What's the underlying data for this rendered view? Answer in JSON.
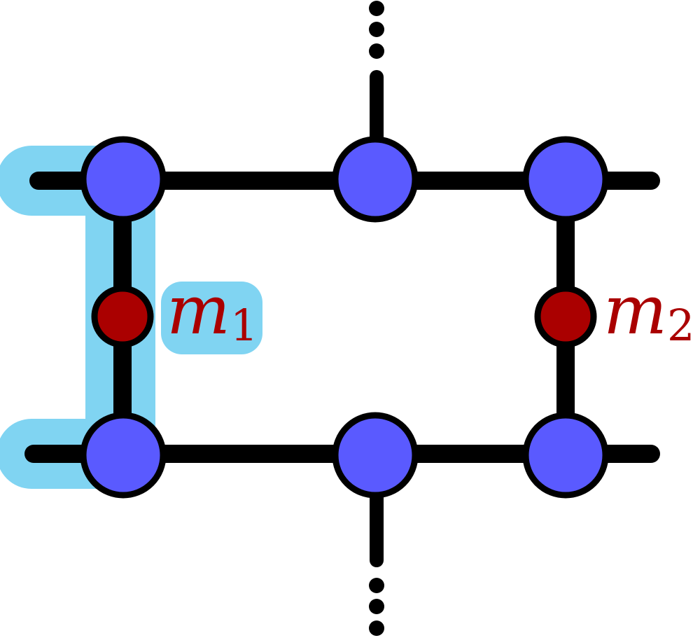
{
  "colors": {
    "wire": "#000000",
    "node": "#5a5aff",
    "marker": "#aa0000",
    "highlight": "#80d4f2",
    "label_plain": "#aa0000",
    "label_highlighted": "#aa0000"
  },
  "labels": {
    "m1": {
      "base": "m",
      "subscript": "1"
    },
    "m2": {
      "base": "m",
      "subscript": "2"
    }
  }
}
